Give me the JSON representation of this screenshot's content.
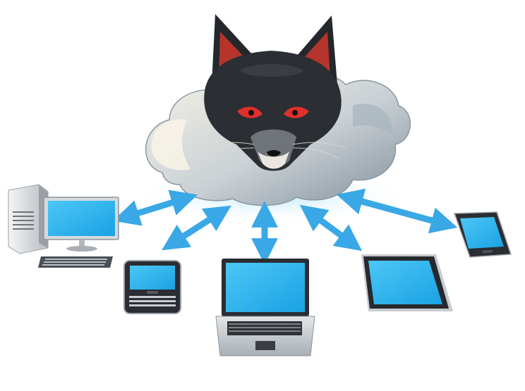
{
  "diagram": {
    "hub": {
      "icon": "fox-head-on-cloud-icon"
    },
    "devices": [
      {
        "icon": "desktop-computer-icon"
      },
      {
        "icon": "qwerty-smartphone-icon"
      },
      {
        "icon": "laptop-icon"
      },
      {
        "icon": "tablet-icon"
      },
      {
        "icon": "touch-smartphone-icon"
      }
    ],
    "connections": [
      {
        "from": "hub",
        "to": "desktop-computer",
        "direction": "bidirectional"
      },
      {
        "from": "hub",
        "to": "qwerty-smartphone",
        "direction": "bidirectional"
      },
      {
        "from": "hub",
        "to": "laptop",
        "direction": "bidirectional"
      },
      {
        "from": "hub",
        "to": "tablet",
        "direction": "bidirectional"
      },
      {
        "from": "hub",
        "to": "touch-smartphone",
        "direction": "bidirectional"
      }
    ]
  },
  "colors": {
    "background": "#ffffff",
    "arrow": "#3aa8e6",
    "screen": "#28b6f0",
    "fox_fur": "#2b2e33",
    "fox_ear_inner": "#b5352c",
    "fox_eye": "#e0302a",
    "cloud_light": "#f1ede2",
    "cloud_shadow": "#8b9aa6",
    "device_body": "#2a2d31",
    "device_silver": "#c9cdd1"
  }
}
